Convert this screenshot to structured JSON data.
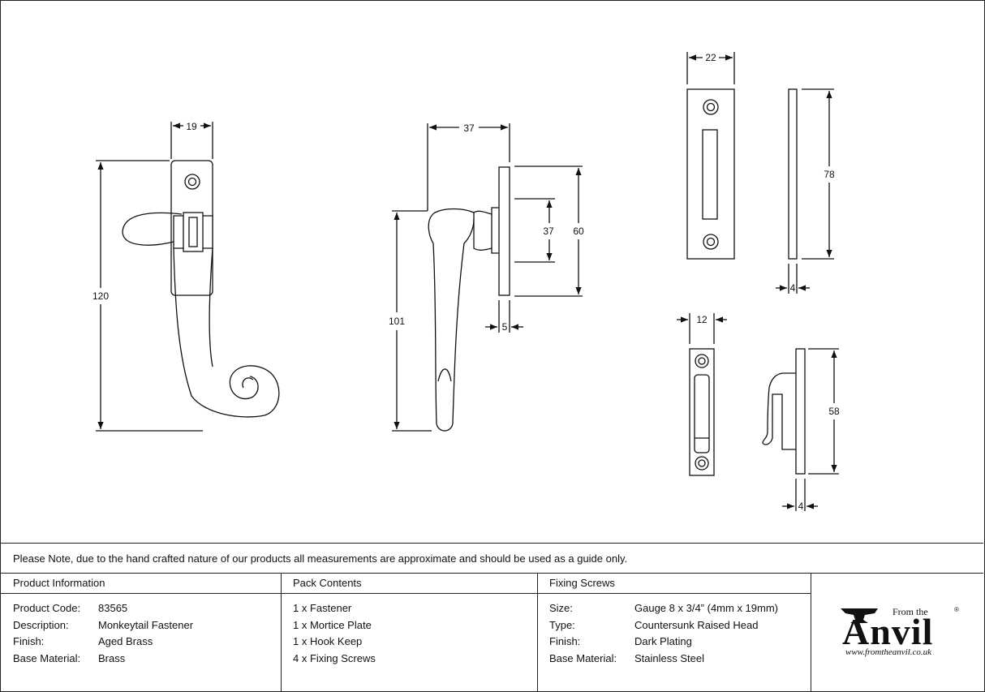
{
  "dimensions": {
    "fastener_front_width": "19",
    "fastener_front_height": "120",
    "fastener_side_depth": "37",
    "fastener_side_height": "101",
    "plate_hole_pitch": "37",
    "plate_height": "60",
    "plate_thickness": "5",
    "mortice_width": "22",
    "mortice_height": "78",
    "mortice_thickness": "4",
    "keep_width": "12",
    "keep_height": "58",
    "keep_thickness": "4"
  },
  "note": "Please Note, due to the hand crafted nature of our products all measurements are approximate and should be used as a guide only.",
  "product_info": {
    "title": "Product Information",
    "rows": [
      {
        "label": "Product Code:",
        "value": "83565"
      },
      {
        "label": "Description:",
        "value": "Monkeytail Fastener"
      },
      {
        "label": "Finish:",
        "value": "Aged Brass"
      },
      {
        "label": "Base Material:",
        "value": "Brass"
      }
    ]
  },
  "pack_contents": {
    "title": "Pack Contents",
    "items": [
      "1 x Fastener",
      "1 x Mortice Plate",
      "1 x Hook Keep",
      "4 x Fixing Screws"
    ]
  },
  "fixing_screws": {
    "title": "Fixing Screws",
    "rows": [
      {
        "label": "Size:",
        "value": "Gauge 8 x 3/4” (4mm x 19mm)"
      },
      {
        "label": "Type:",
        "value": "Countersunk Raised Head"
      },
      {
        "label": "Finish:",
        "value": "Dark Plating"
      },
      {
        "label": "Base Material:",
        "value": "Stainless Steel"
      }
    ]
  },
  "logo": {
    "from_the": "From the",
    "word": "Anvil",
    "registered": "®",
    "url": "www.fromtheanvil.co.uk"
  }
}
